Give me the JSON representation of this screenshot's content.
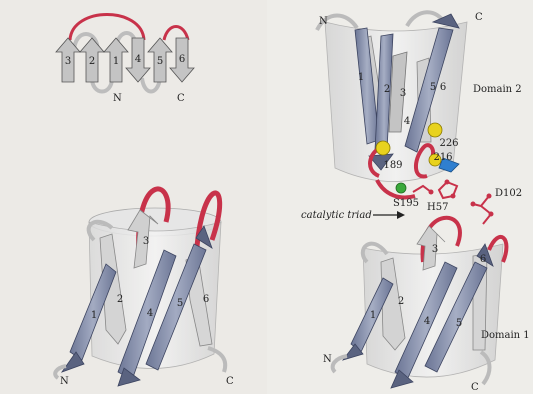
{
  "left_panel": {
    "topology": {
      "strands": [
        "3",
        "2",
        "1",
        "4",
        "5",
        "6"
      ],
      "n_label": "N",
      "c_label": "C"
    },
    "barrel": {
      "strands": [
        "1",
        "2",
        "3",
        "4",
        "5",
        "6"
      ],
      "n_label": "N",
      "c_label": "C"
    }
  },
  "right_panel": {
    "domain2": {
      "label": "Domain 2",
      "strands": [
        "1",
        "2",
        "3",
        "4",
        "5",
        "6"
      ],
      "n_label": "N",
      "c_label": "C",
      "residues": [
        "189",
        "226",
        "216"
      ]
    },
    "active_site": {
      "triad_label": "catalytic triad",
      "residues": [
        "S195",
        "H57",
        "D102"
      ]
    },
    "domain1": {
      "label": "Domain 1",
      "strands": [
        "1",
        "2",
        "3",
        "4",
        "5",
        "6"
      ],
      "n_label": "N",
      "c_label": "C"
    },
    "colors": {
      "loop_red": "#c8324a",
      "strand_gray": "#8a93ad",
      "yellow_atom": "#e8d21e",
      "green_atom": "#3aa83a",
      "blue_marker": "#2f7fd0"
    }
  }
}
